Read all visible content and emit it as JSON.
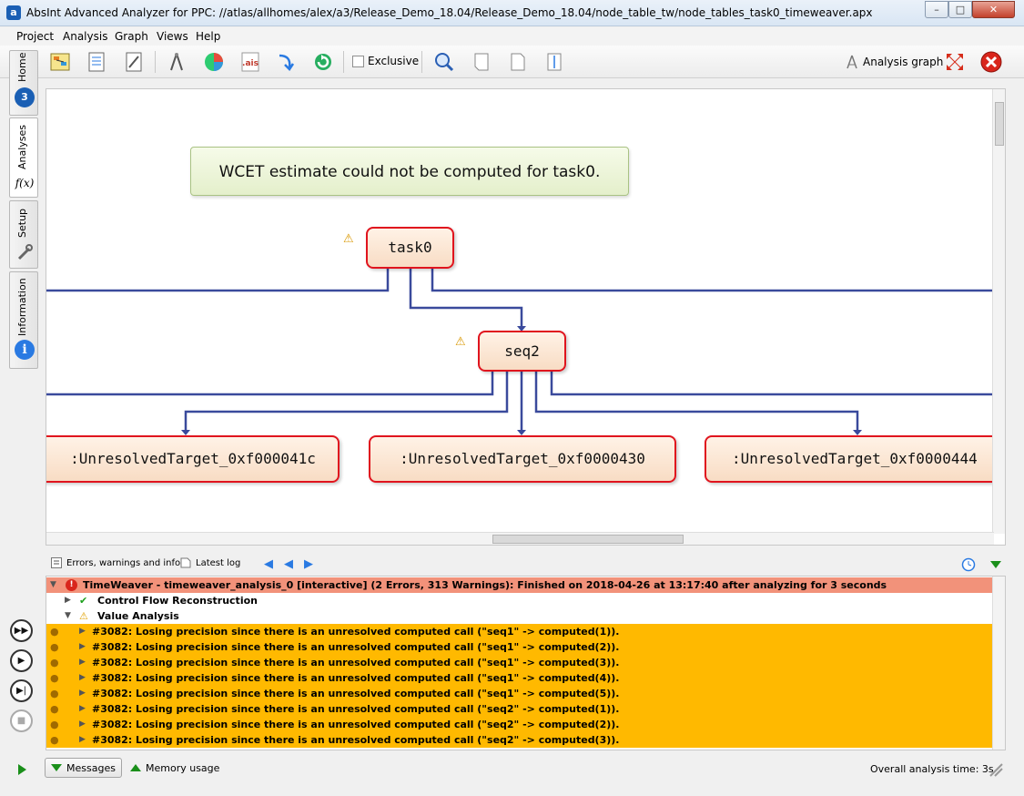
{
  "window": {
    "title": "AbsInt Advanced Analyzer for PPC: //atlas/allhomes/alex/a3/Release_Demo_18.04/Release_Demo_18.04/node_table_tw/node_tables_task0_timeweaver.apx",
    "app_icon": "a3-app-icon",
    "minimize": "–",
    "maximize": "□",
    "close": "✕"
  },
  "menu": [
    "Project",
    "Analysis",
    "Graph",
    "Views",
    "Help"
  ],
  "toolbar": {
    "exclusive_label": "Exclusive",
    "analysis_graph_label": "Analysis graph"
  },
  "sidebar": {
    "tabs": [
      {
        "label": "Home",
        "icon": "a3-home-icon",
        "icon_text": "3"
      },
      {
        "label": "Analyses",
        "icon": "function-icon",
        "icon_text": "f(x)"
      },
      {
        "label": "Setup",
        "icon": "wrench-icon",
        "icon_text": ""
      },
      {
        "label": "Information",
        "icon": "info-icon",
        "icon_text": "i"
      }
    ]
  },
  "graph": {
    "banner": "WCET estimate could not be computed for task0.",
    "nodes": {
      "task0": "task0",
      "seq2": "seq2",
      "target1": ":UnresolvedTarget_0xf000041c",
      "target2": ":UnresolvedTarget_0xf0000430",
      "target3": ":UnresolvedTarget_0xf0000444"
    },
    "edge_color": "#3a4a9c",
    "node_border": "#e0141e"
  },
  "messages_toolbar": {
    "errors_tab": "Errors, warnings and info",
    "latest_log": "Latest log"
  },
  "messages": {
    "header": "TimeWeaver - timeweaver_analysis_0 [interactive] (2 Errors, 313 Warnings): Finished on 2018-04-26 at 13:17:40 after analyzing for 3 seconds",
    "groups": [
      {
        "label": "Control Flow Reconstruction",
        "status": "ok"
      },
      {
        "label": "Value Analysis",
        "status": "warning"
      }
    ],
    "rows": [
      "#3082: Losing precision since there is an unresolved computed call (\"seq1\" -> computed(1)).",
      "#3082: Losing precision since there is an unresolved computed call (\"seq1\" -> computed(2)).",
      "#3082: Losing precision since there is an unresolved computed call (\"seq1\" -> computed(3)).",
      "#3082: Losing precision since there is an unresolved computed call (\"seq1\" -> computed(4)).",
      "#3082: Losing precision since there is an unresolved computed call (\"seq1\" -> computed(5)).",
      "#3082: Losing precision since there is an unresolved computed call (\"seq2\" -> computed(1)).",
      "#3082: Losing precision since there is an unresolved computed call (\"seq2\" -> computed(2)).",
      "#3082: Losing precision since there is an unresolved computed call (\"seq2\" -> computed(3))."
    ],
    "header_color": "#f2927a",
    "warning_color": "#ffb900"
  },
  "status": {
    "messages_tab": "Messages",
    "memory_tab": "Memory usage",
    "overall_time": "Overall analysis time: 3s"
  }
}
